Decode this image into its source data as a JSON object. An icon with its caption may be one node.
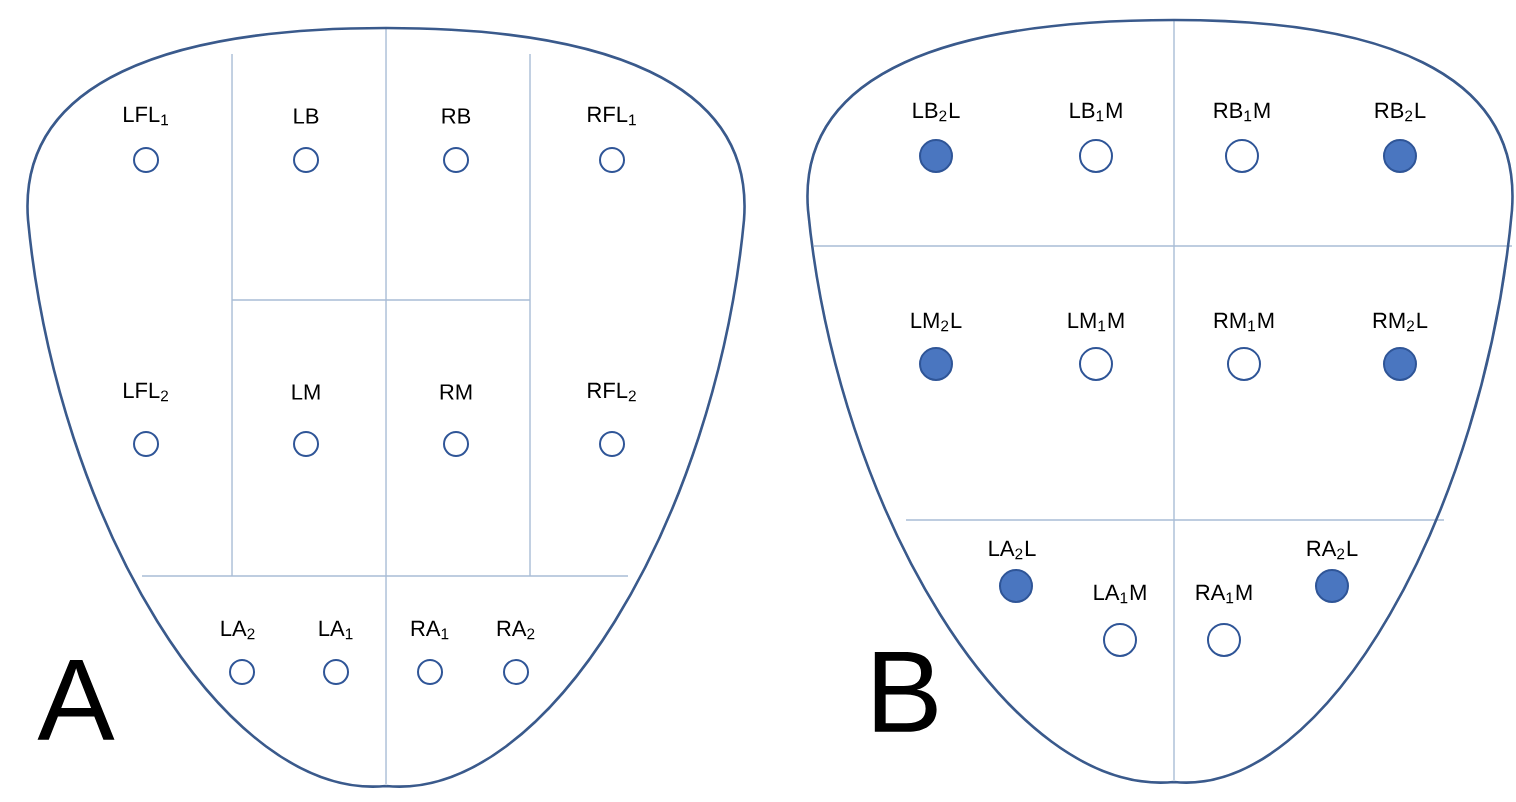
{
  "diagram": {
    "labels": [
      "LFL$_{1}$",
      "LB",
      "RB",
      "RFL$_{1}$",
      "LFL$_{2}$",
      "LM",
      "RM",
      "RFL$_{2}$",
      "LA$_{2}$",
      "LA$_{1}$",
      "RA$_{1}$",
      "RA$_{2}$",
      "A",
      "LB$_{2}$L",
      "LB$_{1}$M",
      "RB$_{1}$M",
      "RB$_{2}$L",
      "LM$_{2}$L",
      "LM$_{1}$M",
      "RM$_{1}$M",
      "RM$_{2}$L",
      "LA$_{2}$L",
      "RA$_{2}$L",
      "LA$_{1}$M",
      "RA$_{1}$M",
      "B"
    ]
  }
}
